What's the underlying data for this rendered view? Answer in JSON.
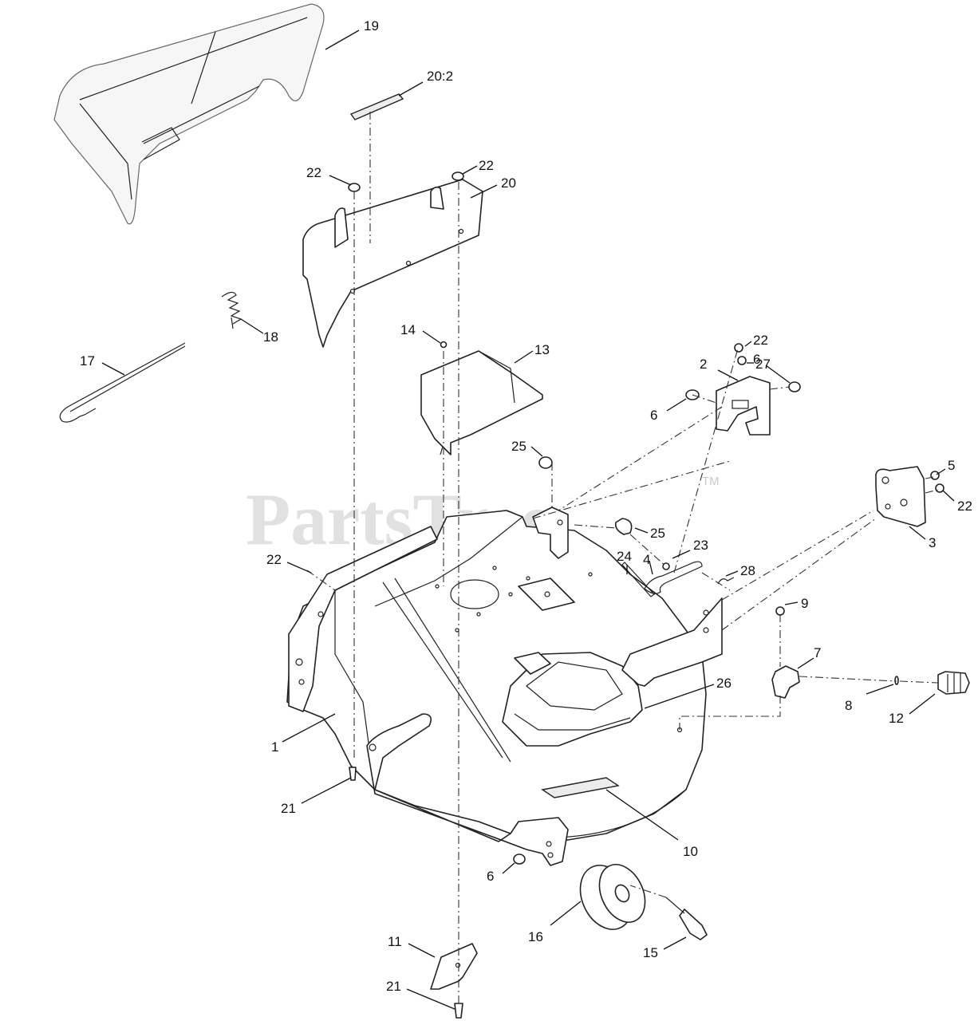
{
  "watermark": {
    "text": "PartsTree",
    "trademark": "TM"
  },
  "callouts": [
    {
      "id": "c19",
      "text": "19"
    },
    {
      "id": "c20_2",
      "text": "20:2"
    },
    {
      "id": "c22a",
      "text": "22"
    },
    {
      "id": "c22b",
      "text": "22"
    },
    {
      "id": "c20",
      "text": "20"
    },
    {
      "id": "c18",
      "text": "18"
    },
    {
      "id": "c17",
      "text": "17"
    },
    {
      "id": "c14",
      "text": "14"
    },
    {
      "id": "c13",
      "text": "13"
    },
    {
      "id": "c2",
      "text": "2"
    },
    {
      "id": "c6a",
      "text": "6"
    },
    {
      "id": "c6b",
      "text": "6"
    },
    {
      "id": "c25a",
      "text": "25"
    },
    {
      "id": "c25b",
      "text": "25"
    },
    {
      "id": "c5",
      "text": "5"
    },
    {
      "id": "c22c",
      "text": "22"
    },
    {
      "id": "c3",
      "text": "3"
    },
    {
      "id": "c22d",
      "text": "22"
    },
    {
      "id": "c24",
      "text": "24"
    },
    {
      "id": "c4",
      "text": "4"
    },
    {
      "id": "c23",
      "text": "23"
    },
    {
      "id": "c28",
      "text": "28"
    },
    {
      "id": "c9",
      "text": "9"
    },
    {
      "id": "c22e",
      "text": "22"
    },
    {
      "id": "c27",
      "text": "27"
    },
    {
      "id": "c7",
      "text": "7"
    },
    {
      "id": "c26",
      "text": "26"
    },
    {
      "id": "c8",
      "text": "8"
    },
    {
      "id": "c12",
      "text": "12"
    },
    {
      "id": "c1",
      "text": "1"
    },
    {
      "id": "c21a",
      "text": "21"
    },
    {
      "id": "c10",
      "text": "10"
    },
    {
      "id": "c6c",
      "text": "6"
    },
    {
      "id": "c16",
      "text": "16"
    },
    {
      "id": "c15",
      "text": "15"
    },
    {
      "id": "c11",
      "text": "11"
    },
    {
      "id": "c21b",
      "text": "21"
    }
  ]
}
